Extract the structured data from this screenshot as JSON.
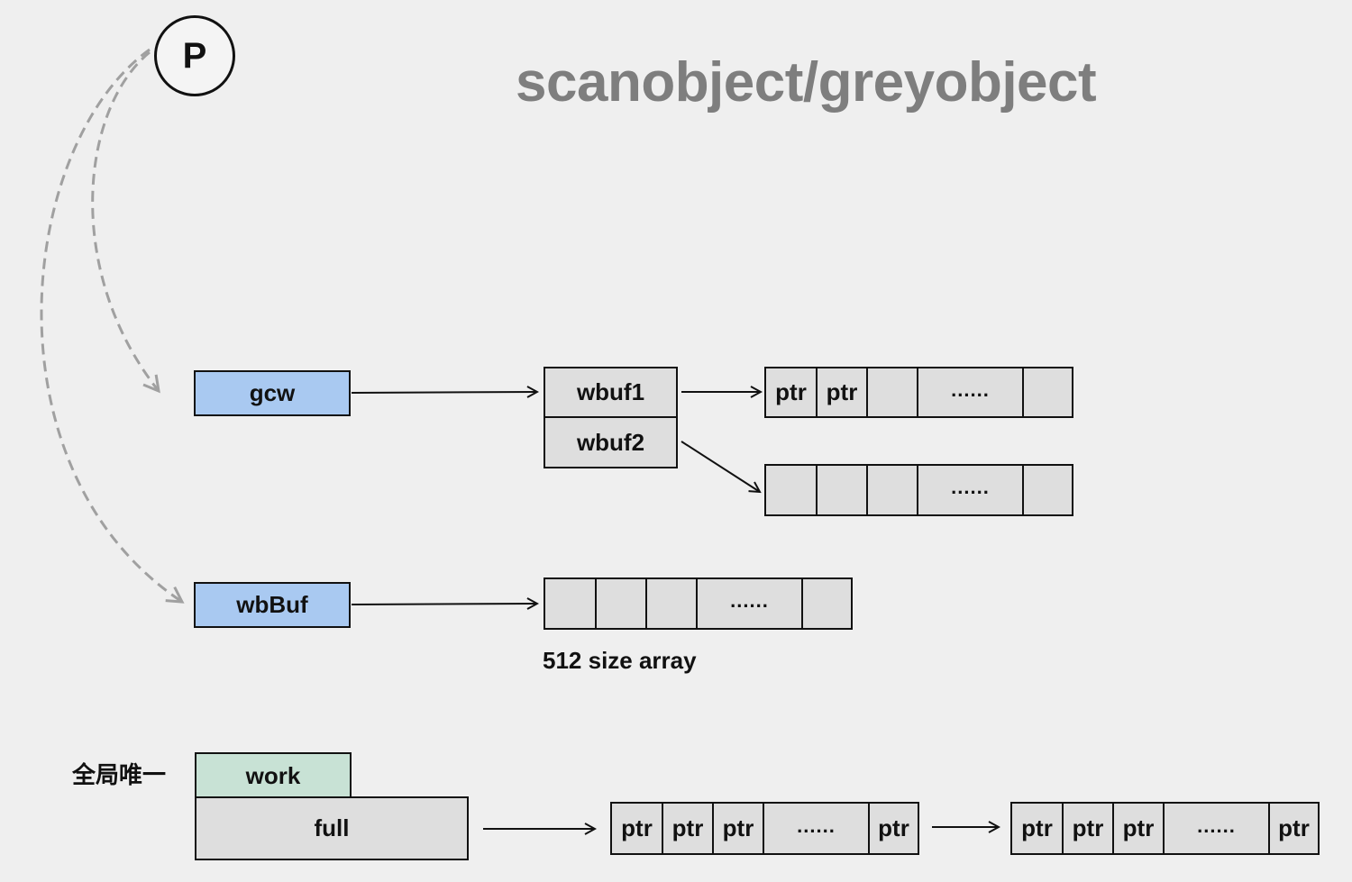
{
  "title": "scanobject/greyobject",
  "p_node": {
    "label": "P"
  },
  "gcw": {
    "label": "gcw",
    "color": "#a9c9f1",
    "wbuf1": "wbuf1",
    "wbuf2": "wbuf2",
    "wbuf1_array": [
      "ptr",
      "ptr",
      "",
      "......",
      ""
    ],
    "wbuf2_array": [
      "",
      "",
      "",
      "......",
      ""
    ]
  },
  "wbBuf": {
    "label": "wbBuf",
    "color": "#a9c9f1",
    "array": [
      "",
      "",
      "",
      "......",
      ""
    ],
    "array_caption": "512 size array"
  },
  "work": {
    "global_label": "全局唯一",
    "label": "work",
    "color": "#c8e2d5",
    "full_label": "full",
    "list1": [
      "ptr",
      "ptr",
      "ptr",
      "......",
      "ptr"
    ],
    "list2": [
      "ptr",
      "ptr",
      "ptr",
      "......",
      "ptr"
    ]
  }
}
